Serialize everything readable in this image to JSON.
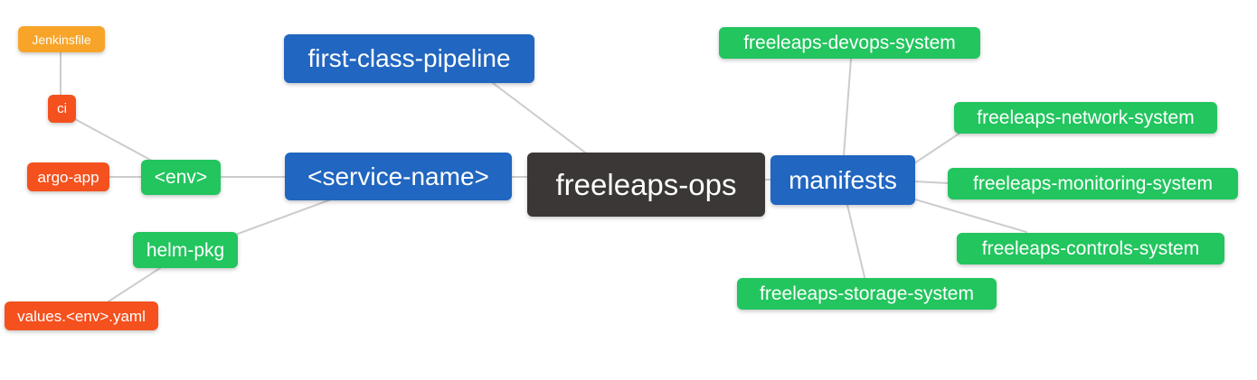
{
  "diagram": {
    "type": "mindmap",
    "root_label": "freeleaps-ops",
    "colors": {
      "root": "#3a3736",
      "branch_blue": "#2166c0",
      "node_green": "#22c55e",
      "leaf_orange": "#f7a428",
      "leaf_red": "#f4511e",
      "edge_gray": "#cccccc",
      "text": "#ffffff",
      "background": "#ffffff"
    },
    "nodes": [
      {
        "id": "freeleaps-ops",
        "label": "freeleaps-ops",
        "color": "#3a3736"
      },
      {
        "id": "first-class-pipeline",
        "label": "first-class-pipeline",
        "color": "#2166c0"
      },
      {
        "id": "service-name",
        "label": "<service-name>",
        "color": "#2166c0"
      },
      {
        "id": "manifests",
        "label": "manifests",
        "color": "#2166c0"
      },
      {
        "id": "env",
        "label": "<env>",
        "color": "#22c55e"
      },
      {
        "id": "helm-pkg",
        "label": "helm-pkg",
        "color": "#22c55e"
      },
      {
        "id": "ci",
        "label": "ci",
        "color": "#f4511e"
      },
      {
        "id": "argo-app",
        "label": "argo-app",
        "color": "#f4511e"
      },
      {
        "id": "jenkinsfile",
        "label": "Jenkinsfile",
        "color": "#f7a428"
      },
      {
        "id": "values-env-yaml",
        "label": "values.<env>.yaml",
        "color": "#f4511e"
      },
      {
        "id": "devops-system",
        "label": "freeleaps-devops-system",
        "color": "#22c55e"
      },
      {
        "id": "network-system",
        "label": "freeleaps-network-system",
        "color": "#22c55e"
      },
      {
        "id": "monitoring-system",
        "label": "freeleaps-monitoring-system",
        "color": "#22c55e"
      },
      {
        "id": "controls-system",
        "label": "freeleaps-controls-system",
        "color": "#22c55e"
      },
      {
        "id": "storage-system",
        "label": "freeleaps-storage-system",
        "color": "#22c55e"
      }
    ],
    "edges": [
      {
        "from": "jenkinsfile",
        "to": "ci"
      },
      {
        "from": "ci",
        "to": "env"
      },
      {
        "from": "argo-app",
        "to": "env"
      },
      {
        "from": "env",
        "to": "service-name"
      },
      {
        "from": "helm-pkg",
        "to": "service-name"
      },
      {
        "from": "values-env-yaml",
        "to": "helm-pkg"
      },
      {
        "from": "first-class-pipeline",
        "to": "freeleaps-ops"
      },
      {
        "from": "service-name",
        "to": "freeleaps-ops"
      },
      {
        "from": "freeleaps-ops",
        "to": "manifests"
      },
      {
        "from": "manifests",
        "to": "devops-system"
      },
      {
        "from": "manifests",
        "to": "network-system"
      },
      {
        "from": "manifests",
        "to": "monitoring-system"
      },
      {
        "from": "manifests",
        "to": "controls-system"
      },
      {
        "from": "manifests",
        "to": "storage-system"
      }
    ]
  }
}
